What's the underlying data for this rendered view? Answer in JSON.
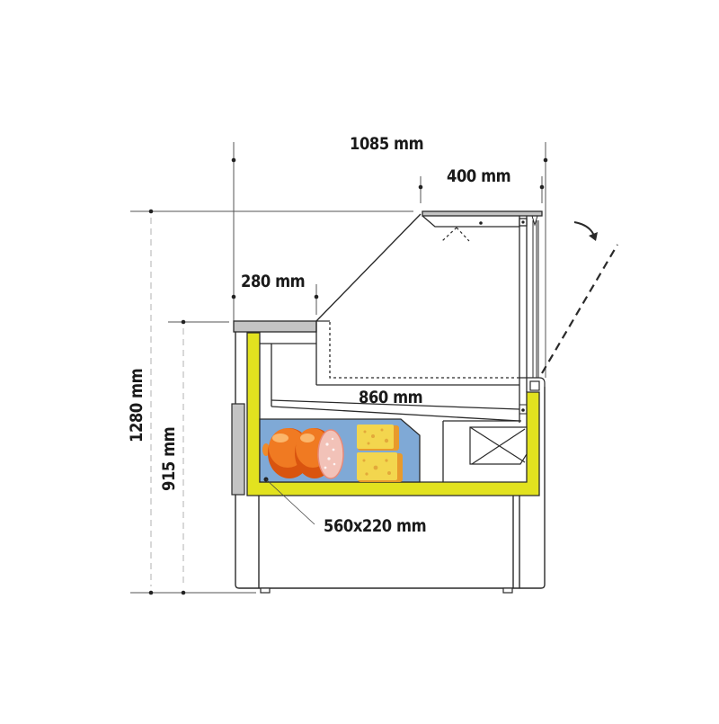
{
  "diagram": {
    "title": "Refrigerated deli display counter – side section",
    "colors": {
      "outline": "#2a2a2a",
      "dimension_line": "#555555",
      "dashed_guide": "#bbbbbb",
      "insulation_yellow": "#e2e21f",
      "countertop_grey": "#c4c4c4",
      "display_well_blue": "#7fa9d6",
      "sausage_orange": "#e8661a",
      "cheese_yellow": "#f3d64e",
      "cheese_rind": "#e89a2c"
    },
    "dimensions": {
      "total_depth": "1085 mm",
      "canopy_depth": "400 mm",
      "worktop_depth": "280 mm",
      "interior_depth": "860 mm",
      "total_height": "1280 mm",
      "worktop_height": "915 mm",
      "tray_size": "560x220 mm"
    },
    "components": [
      "worktop",
      "curved-front-glass",
      "top-canopy",
      "canopy-light",
      "hinged-rear-glass",
      "rotation-arrow",
      "display-well",
      "sausage-product",
      "cheese-product",
      "evaporator-unit",
      "insulated-tank",
      "base-cabinet",
      "side-panel",
      "feet"
    ]
  }
}
